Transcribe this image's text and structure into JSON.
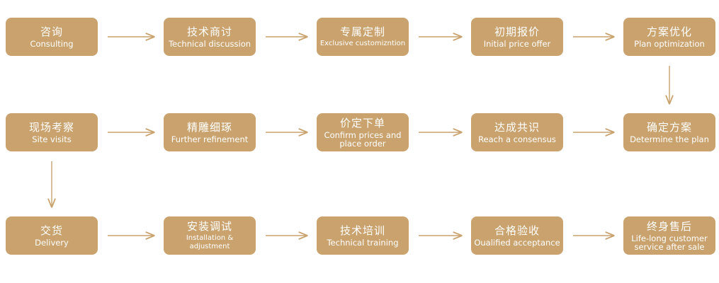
{
  "theme": {
    "node_fill": "#C9A26D",
    "arrow_color": "#C9A26D",
    "text_color": "#FFFFFF"
  },
  "nodes": [
    {
      "id": "n1",
      "zh": "咨询",
      "en": "Consulting"
    },
    {
      "id": "n2",
      "zh": "技术商讨",
      "en": "Technical discussion"
    },
    {
      "id": "n3",
      "zh": "专属定制",
      "en": "Exclusive customizntion"
    },
    {
      "id": "n4",
      "zh": "初期报价",
      "en": "Initial price offer"
    },
    {
      "id": "n5",
      "zh": "方案优化",
      "en": "Plan optimization"
    },
    {
      "id": "n6",
      "zh": "现场考察",
      "en": "Site visits"
    },
    {
      "id": "n7",
      "zh": "精雕细琢",
      "en": "Further refinement"
    },
    {
      "id": "n8",
      "zh": "价定下单",
      "en": "Confirm prices and place order"
    },
    {
      "id": "n9",
      "zh": "达成共识",
      "en": "Reach a consensus"
    },
    {
      "id": "n10",
      "zh": "确定方案",
      "en": "Determine the plan"
    },
    {
      "id": "n11",
      "zh": "交货",
      "en": "Delivery"
    },
    {
      "id": "n12",
      "zh": "安装调试",
      "en": "Installation & adjustment"
    },
    {
      "id": "n13",
      "zh": "技术培训",
      "en": "Technical training"
    },
    {
      "id": "n14",
      "zh": "合格验收",
      "en": "Oualified acceptance"
    },
    {
      "id": "n15",
      "zh": "终身售后",
      "en": "Life-long customer service after sale"
    }
  ],
  "edges": [
    {
      "from": "n1",
      "to": "n2"
    },
    {
      "from": "n2",
      "to": "n3"
    },
    {
      "from": "n3",
      "to": "n4"
    },
    {
      "from": "n4",
      "to": "n5"
    },
    {
      "from": "n5",
      "to": "n10"
    },
    {
      "from": "n6",
      "to": "n7"
    },
    {
      "from": "n7",
      "to": "n8"
    },
    {
      "from": "n8",
      "to": "n9"
    },
    {
      "from": "n9",
      "to": "n10"
    },
    {
      "from": "n6",
      "to": "n11"
    },
    {
      "from": "n11",
      "to": "n12"
    },
    {
      "from": "n12",
      "to": "n13"
    },
    {
      "from": "n13",
      "to": "n14"
    },
    {
      "from": "n14",
      "to": "n15"
    }
  ]
}
